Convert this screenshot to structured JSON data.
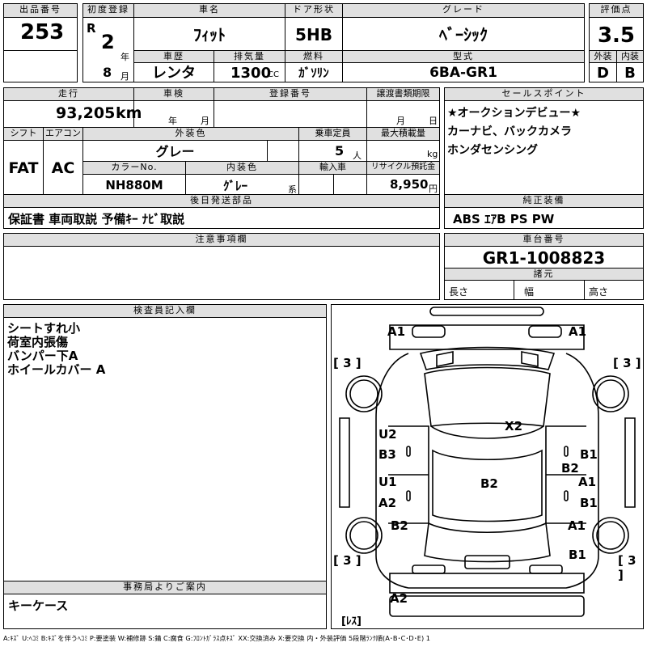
{
  "lot": {
    "label": "出品番号",
    "value": "253"
  },
  "first_reg": {
    "label": "初度登録",
    "era": "R",
    "year": "2",
    "year_unit": "年",
    "month": "8",
    "month_unit": "月"
  },
  "car_name": {
    "label": "車名",
    "value": "ﾌｨｯﾄ"
  },
  "door": {
    "label": "ドア形状",
    "value": "5HB"
  },
  "grade": {
    "label": "グレード",
    "value": "ﾍﾞｰｼｯｸ"
  },
  "score": {
    "label": "評価点",
    "value": "3.5",
    "ext_label": "外装",
    "int_label": "内装",
    "ext": "D",
    "int": "B"
  },
  "history": {
    "label": "車歴",
    "value": "レンタ"
  },
  "displacement": {
    "label": "排気量",
    "value": "1300",
    "unit": "CC"
  },
  "fuel": {
    "label": "燃料",
    "value": "ｶﾞｿﾘﾝ"
  },
  "model_code": {
    "label": "型式",
    "value": "6BA-GR1"
  },
  "mileage": {
    "label": "走行",
    "value": "93,205",
    "unit": "km"
  },
  "inspection": {
    "label": "車検",
    "year_unit": "年",
    "month_unit": "月"
  },
  "reg_no": {
    "label": "登録番号"
  },
  "transfer": {
    "label": "譲渡書類期限",
    "month_unit": "月",
    "day_unit": "日"
  },
  "sales_point": {
    "label": "セールスポイント",
    "lines": [
      "★オークションデビュー★",
      "カーナビ、バックカメラ",
      "ホンダセンシング"
    ]
  },
  "shift": {
    "label": "シフト",
    "value": "FAT"
  },
  "aircon": {
    "label": "エアコン",
    "value": "AC"
  },
  "ext_color": {
    "label": "外装色",
    "value": "グレー"
  },
  "capacity": {
    "label": "乗車定員",
    "value": "5",
    "unit": "人"
  },
  "max_load": {
    "label": "最大積載量",
    "unit": "kg"
  },
  "color_no": {
    "label": "カラーNo.",
    "value": "NH880M"
  },
  "int_color": {
    "label": "内装色",
    "value": "ｸﾞﾚｰ",
    "suffix": "系"
  },
  "import": {
    "label": "輸入車"
  },
  "recycle": {
    "label": "リサイクル預託金",
    "value": "8,950",
    "unit": "円"
  },
  "later_parts": {
    "label": "後日発送部品",
    "value": "保証書 車両取説 予備ｷｰ ﾅﾋﾞ取説"
  },
  "equipment": {
    "label": "純正装備",
    "value": "ABS ｴｱB PS PW"
  },
  "notes": {
    "label": "注意事項欄"
  },
  "chassis": {
    "label": "車台番号",
    "value": "GR1-1008823"
  },
  "specs": {
    "label": "諸元",
    "length": "長さ",
    "width": "幅",
    "height": "高さ"
  },
  "inspector": {
    "label": "検査員記入欄",
    "lines": [
      "シートすれ小",
      "荷室内張傷",
      "バンパー下A",
      "ホイールカバー A"
    ]
  },
  "office": {
    "label": "事務局よりご案内",
    "value": "キーケース"
  },
  "diagram": {
    "marks": [
      "A1",
      "A1",
      "[ 3 ]",
      "[ 3 ]",
      "X2",
      "U2",
      "B3",
      "B1",
      "B2",
      "U1",
      "A1",
      "A2",
      "B2",
      "B1",
      "B2",
      "A1",
      "[ 3 ]",
      "[ 3 ]",
      "B1",
      "A2",
      "[ﾚｽ]"
    ]
  },
  "legend": "A:ｷｽﾞ U:ﾍｺﾐ B:ｷｽﾞを伴うﾍｺﾐ P:要塗装 W:補修跡 S:錆 C:腐食 G:ﾌﾛﾝﾄｶﾞﾗｽ点ｷｽﾞ XX:交換済み X:要交換 内・外装評価 5段階ﾗﾝｸ順(A･B･C･D･E) 1"
}
